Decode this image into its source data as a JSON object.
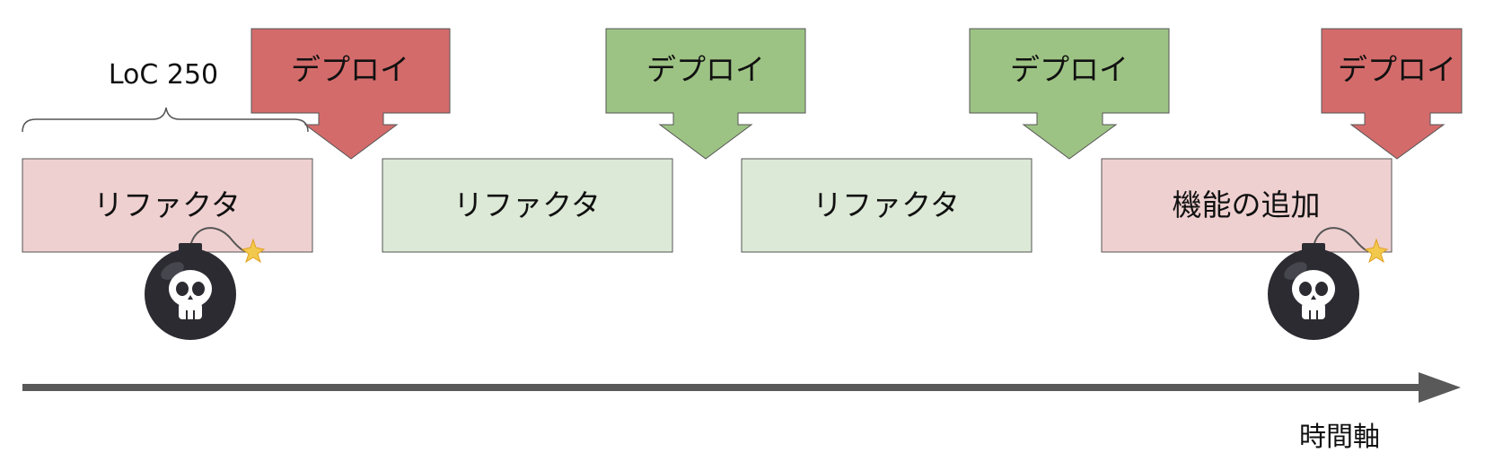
{
  "diagram": {
    "loc_label": "LoC 250",
    "time_axis_label": "時間軸",
    "deploys": [
      {
        "label": "デプロイ",
        "status": "failure",
        "color": "#d46b6b"
      },
      {
        "label": "デプロイ",
        "status": "success",
        "color": "#9dc384"
      },
      {
        "label": "デプロイ",
        "status": "success",
        "color": "#9dc384"
      },
      {
        "label": "デプロイ",
        "status": "failure",
        "color": "#d46b6b"
      }
    ],
    "tasks": [
      {
        "label": "リファクタ",
        "status": "failure",
        "color": "#efd0d0",
        "bomb": true
      },
      {
        "label": "リファクタ",
        "status": "success",
        "color": "#dce9d6",
        "bomb": false
      },
      {
        "label": "リファクタ",
        "status": "success",
        "color": "#dce9d6",
        "bomb": false
      },
      {
        "label": "機能の追加",
        "status": "failure",
        "color": "#efd0d0",
        "bomb": true
      }
    ],
    "bomb_icon": "skull-bomb-icon"
  }
}
